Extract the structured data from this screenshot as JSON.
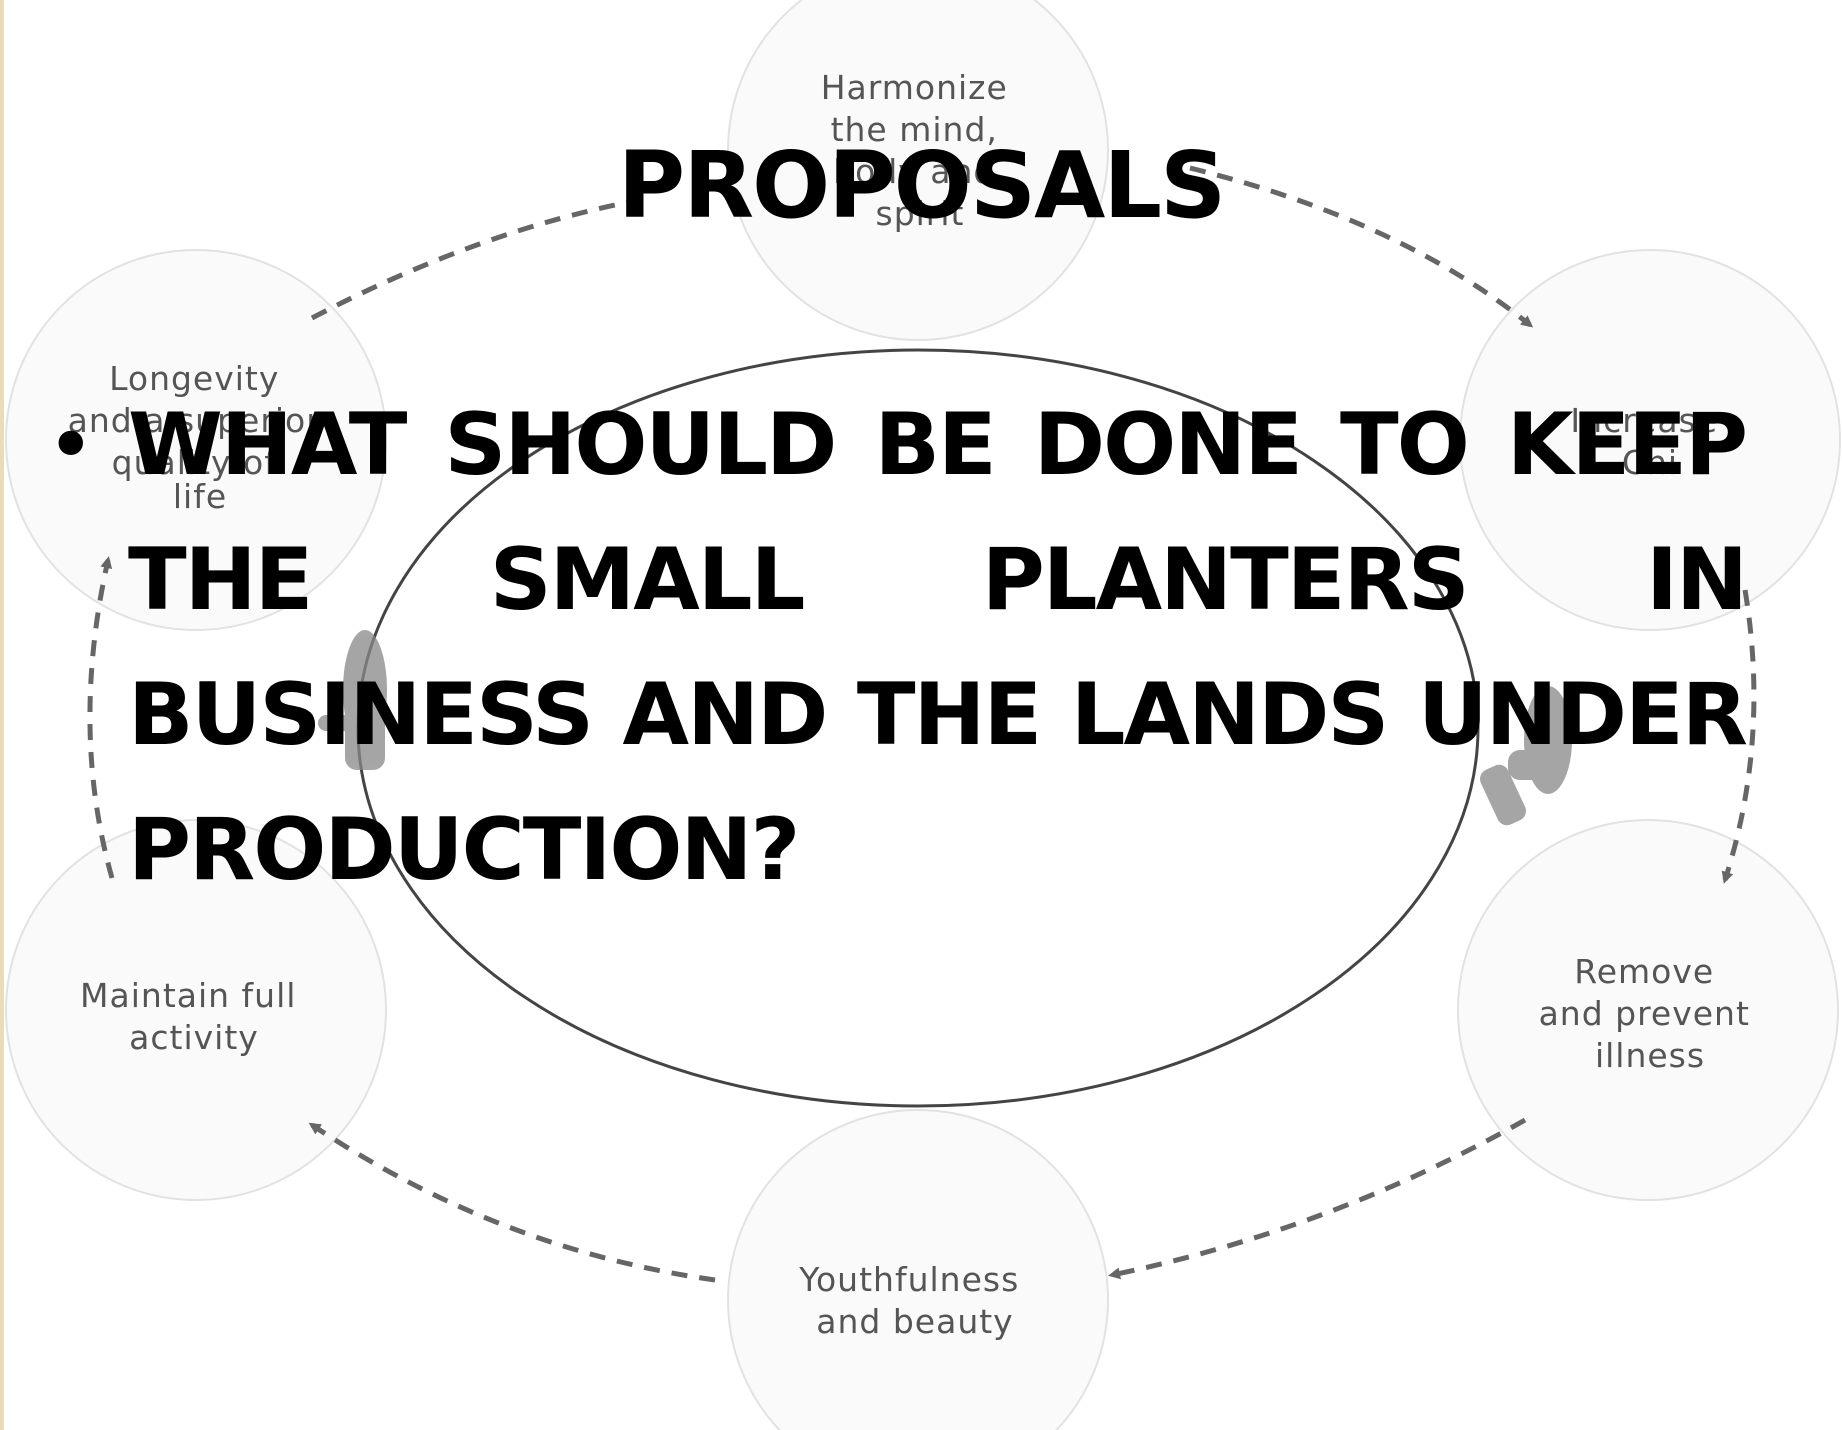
{
  "diagram": {
    "nodes": [
      {
        "id": "top",
        "lines": [
          "Harmonize",
          "the mind,",
          "body and",
          "spirit"
        ]
      },
      {
        "id": "top-right",
        "lines": [
          "Increase",
          "Chi"
        ]
      },
      {
        "id": "bottom-right",
        "lines": [
          "Remove",
          "and prevent",
          "illness"
        ]
      },
      {
        "id": "bottom",
        "lines": [
          "Youthfulness",
          "and beauty"
        ]
      },
      {
        "id": "left-lower",
        "lines": [
          "Maintain full",
          "activity"
        ]
      },
      {
        "id": "left-upper",
        "lines": [
          "Longevity",
          "and a superior",
          "quality of",
          "life"
        ]
      }
    ]
  },
  "slide": {
    "title": "PROPOSALS",
    "bullet": "WHAT SHOULD BE DONE TO KEEP THE SMALL PLANTERS IN BUSINESS AND THE LANDS UNDER PRODUCTION?"
  }
}
